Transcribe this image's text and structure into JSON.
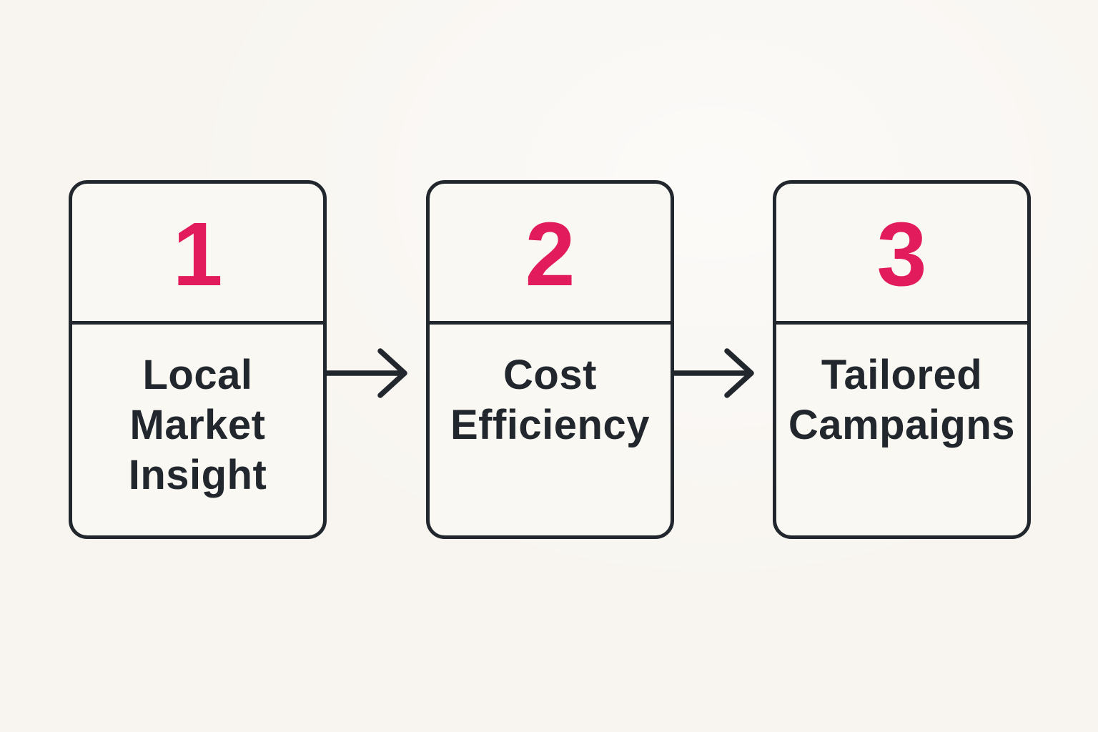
{
  "diagram": {
    "type": "process-flow",
    "steps": [
      {
        "number": "1",
        "label": "Local\nMarket\nInsight"
      },
      {
        "number": "2",
        "label": "Cost\nEfficiency"
      },
      {
        "number": "3",
        "label": "Tailored\nCampaigns"
      }
    ],
    "connectors": [
      {
        "from": "1",
        "to": "2",
        "icon": "arrow-right-icon"
      },
      {
        "from": "2",
        "to": "3",
        "icon": "arrow-right-icon"
      }
    ]
  },
  "colors": {
    "background": "#f8f5f0",
    "box_fill": "#faf8f3",
    "ink": "#21272d",
    "accent_pink": "#e21c5c"
  }
}
